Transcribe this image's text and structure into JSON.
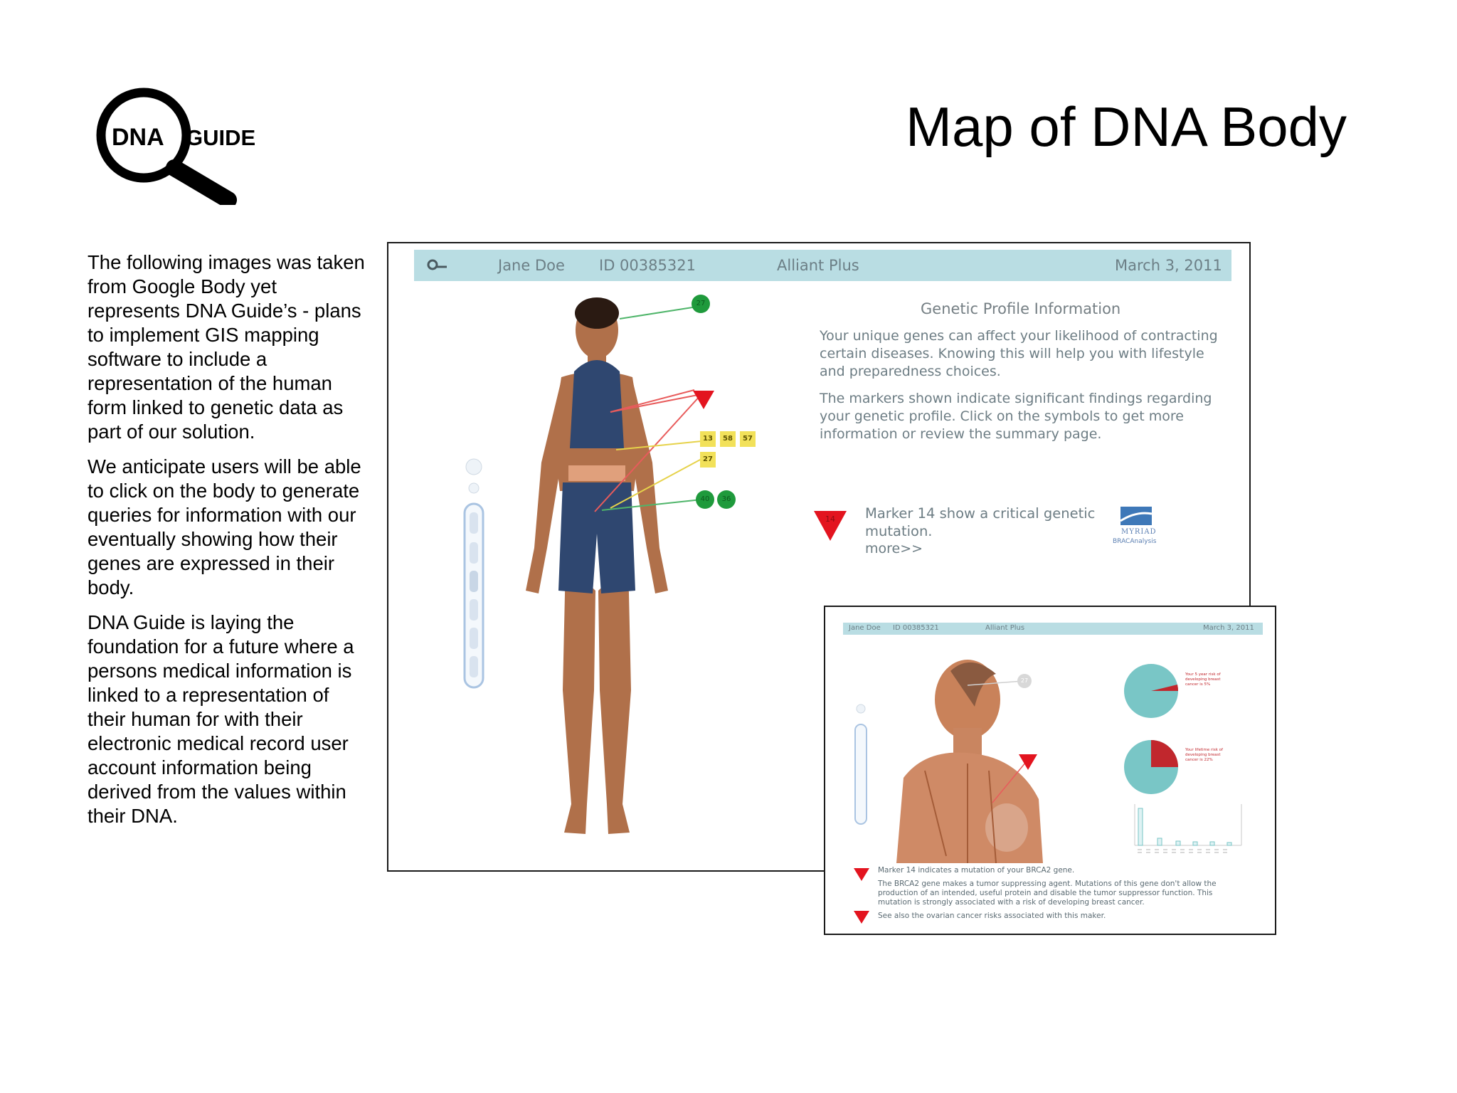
{
  "slide": {
    "title": "Map of DNA Body",
    "logo": {
      "text_left": "DNA",
      "text_right": "GUIDE"
    },
    "paragraphs": [
      "The following images was taken from Google Body yet represents DNA Guide’s  - plans to implement GIS mapping software to include a representation of the human form linked to genetic data as part of our solution.",
      "We anticipate users will be able to click on the body to generate queries for information with our eventually showing how their genes are expressed in their body.",
      "DNA Guide is laying the foundation for a future where a persons medical information is linked to a representation of their human for with their electronic medical record user account information being derived from the values within their DNA."
    ]
  },
  "screen1": {
    "header": {
      "name": "Jane Doe",
      "id": "ID 00385321",
      "plan": "Alliant Plus",
      "date": "March 3, 2011",
      "icon": "search-key-icon"
    },
    "profile_title": "Genetic Profile Information",
    "profile_text_1": "Your unique genes can affect your likelihood of contracting certain diseases.  Knowing this will help you with lifestyle and preparedness choices.",
    "profile_text_2": "The markers shown indicate significant findings regarding your genetic profile. Click on the symbols to get more information or review the summary page.",
    "badges": [
      "13",
      "58",
      "57",
      "27"
    ],
    "green_markers": [
      "27",
      "40",
      "36"
    ],
    "red_marker": "14",
    "marker_text": "Marker 14 show a critical genetic mutation.",
    "marker_more": "more>>",
    "partner_name": "MYRIAD",
    "partner_sub": "BRACAnalysis"
  },
  "screen2": {
    "header": {
      "name": "Jane Doe",
      "id": "ID 00385321",
      "plan": "Alliant Plus",
      "date": "March 3, 2011"
    },
    "grey_marker": "27",
    "pie1_label": "Your 5 year risk of developing breast cancer is 5%",
    "pie2_label": "Your lifetime risk of developing breast cancer is 22%",
    "note1": "Marker 14 indicates a mutation of your BRCA2 gene.",
    "note2": "The BRCA2 gene makes a tumor suppressing agent. Mutations of this gene don't allow the production of an intended, useful protein and disable the tumor suppressor function. This mutation is strongly associated with a risk of developing breast cancer.",
    "note3": "See also the ovarian cancer risks associated with this maker."
  },
  "colors": {
    "header_bg": "#b9dde3",
    "marker_red": "#e3141f",
    "marker_green": "#1f9a3c",
    "badge_yellow": "#f2e15a",
    "pie_teal": "#79c6c6",
    "pie_red": "#c1272d"
  }
}
